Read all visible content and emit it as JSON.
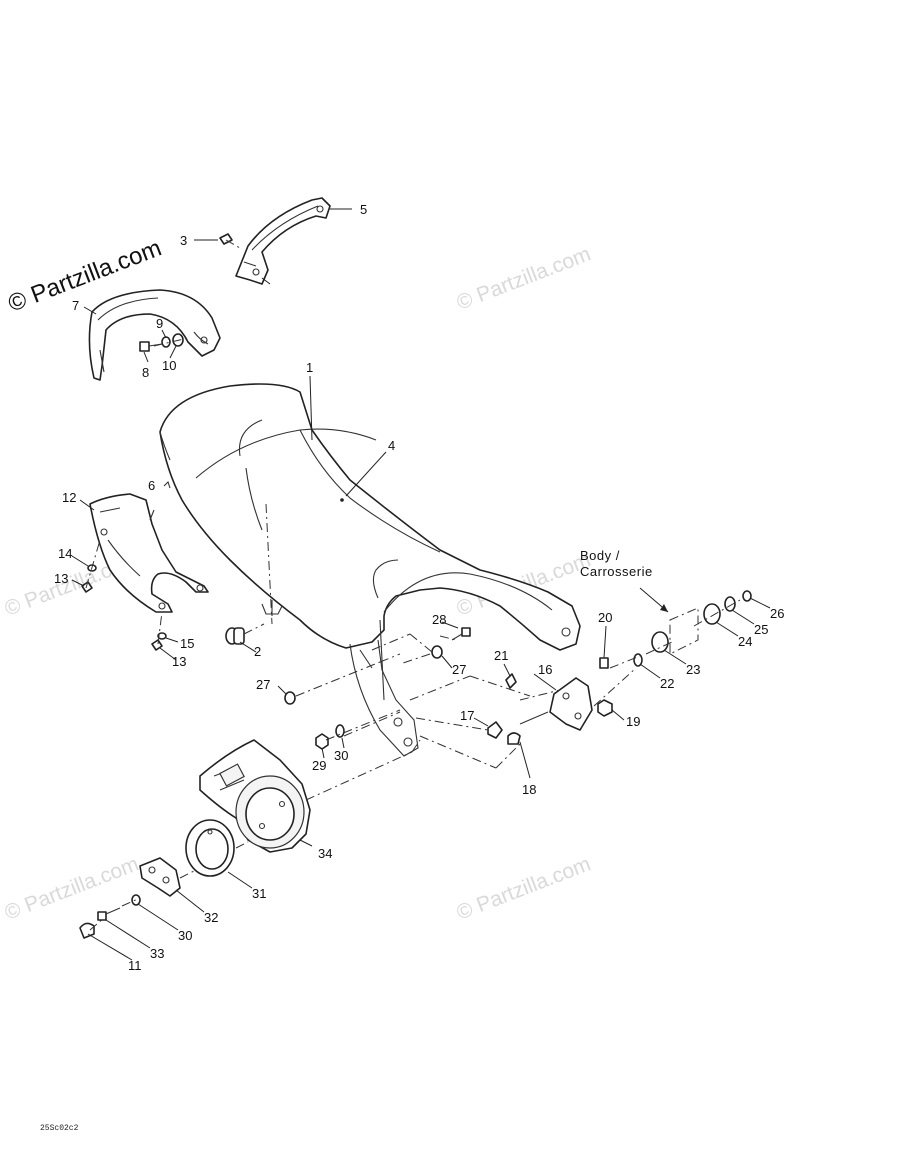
{
  "watermark": {
    "main": "© Partzilla.com",
    "faint": "© Partzilla.com"
  },
  "callouts": {
    "c1": "1",
    "c2": "2",
    "c3": "3",
    "c4": "4",
    "c5": "5",
    "c6": "6",
    "c7": "7",
    "c8": "8",
    "c9": "9",
    "c10": "10",
    "c11": "11",
    "c12": "12",
    "c13a": "13",
    "c13b": "13",
    "c14": "14",
    "c15": "15",
    "c16": "16",
    "c17": "17",
    "c18": "18",
    "c19": "19",
    "c20": "20",
    "c21": "21",
    "c22": "22",
    "c23": "23",
    "c24": "24",
    "c25": "25",
    "c26": "26",
    "c27a": "27",
    "c27b": "27",
    "c28": "28",
    "c29": "29",
    "c30a": "30",
    "c30b": "30",
    "c31": "31",
    "c32": "32",
    "c33": "33",
    "c34": "34"
  },
  "body_note": {
    "line1": "Body /",
    "line2": "Carrosserie"
  },
  "diagram_code": "25Sc02c2"
}
